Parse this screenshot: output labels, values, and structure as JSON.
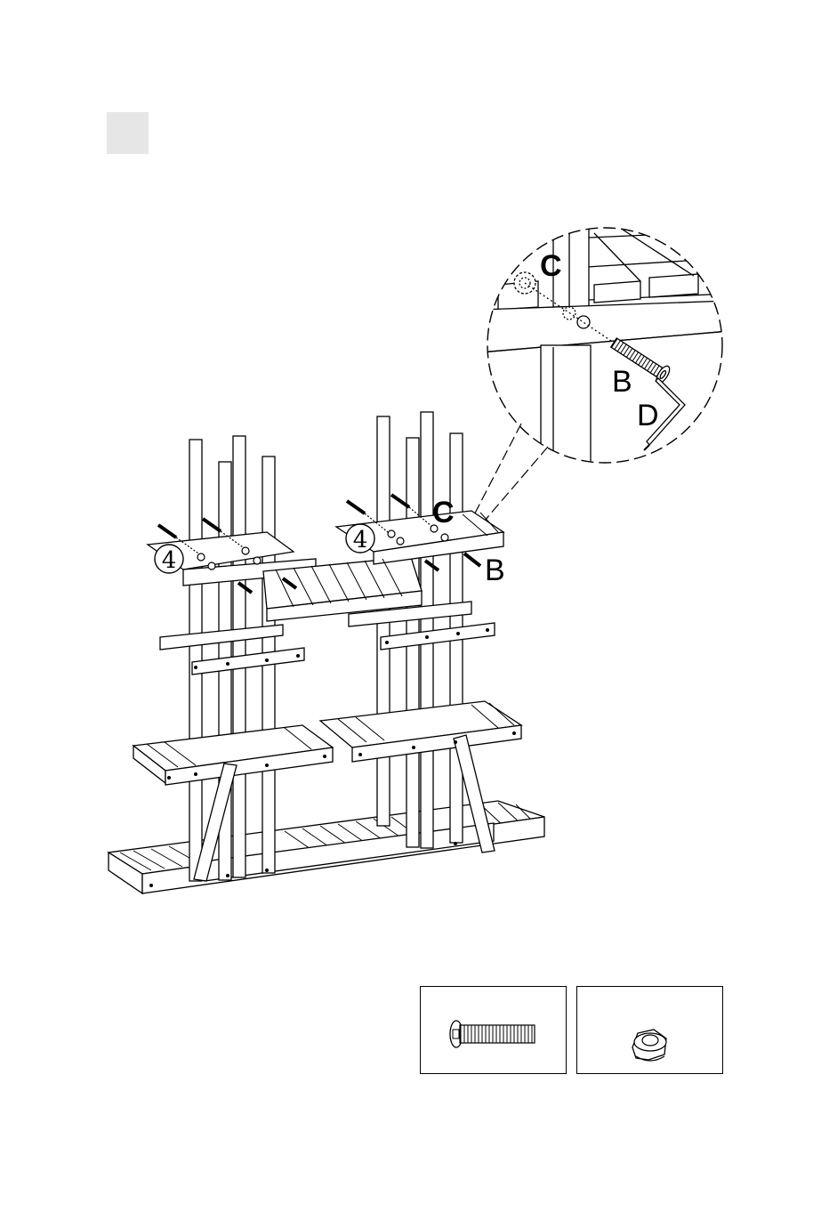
{
  "step_marker": "",
  "callouts": {
    "part_number_left": "4",
    "part_number_right": "4",
    "screw_label_detail": "B",
    "nut_label_detail": "C",
    "key_label_detail": "D",
    "screw_label_main": "B",
    "nut_label_main": "C"
  },
  "parts": [
    {
      "name": "bolt",
      "icon": "bolt-icon"
    },
    {
      "name": "nut",
      "icon": "hex-nut-icon"
    }
  ],
  "colors": {
    "line": "#000000",
    "step_box": "#e6e6e6",
    "background": "#ffffff"
  }
}
